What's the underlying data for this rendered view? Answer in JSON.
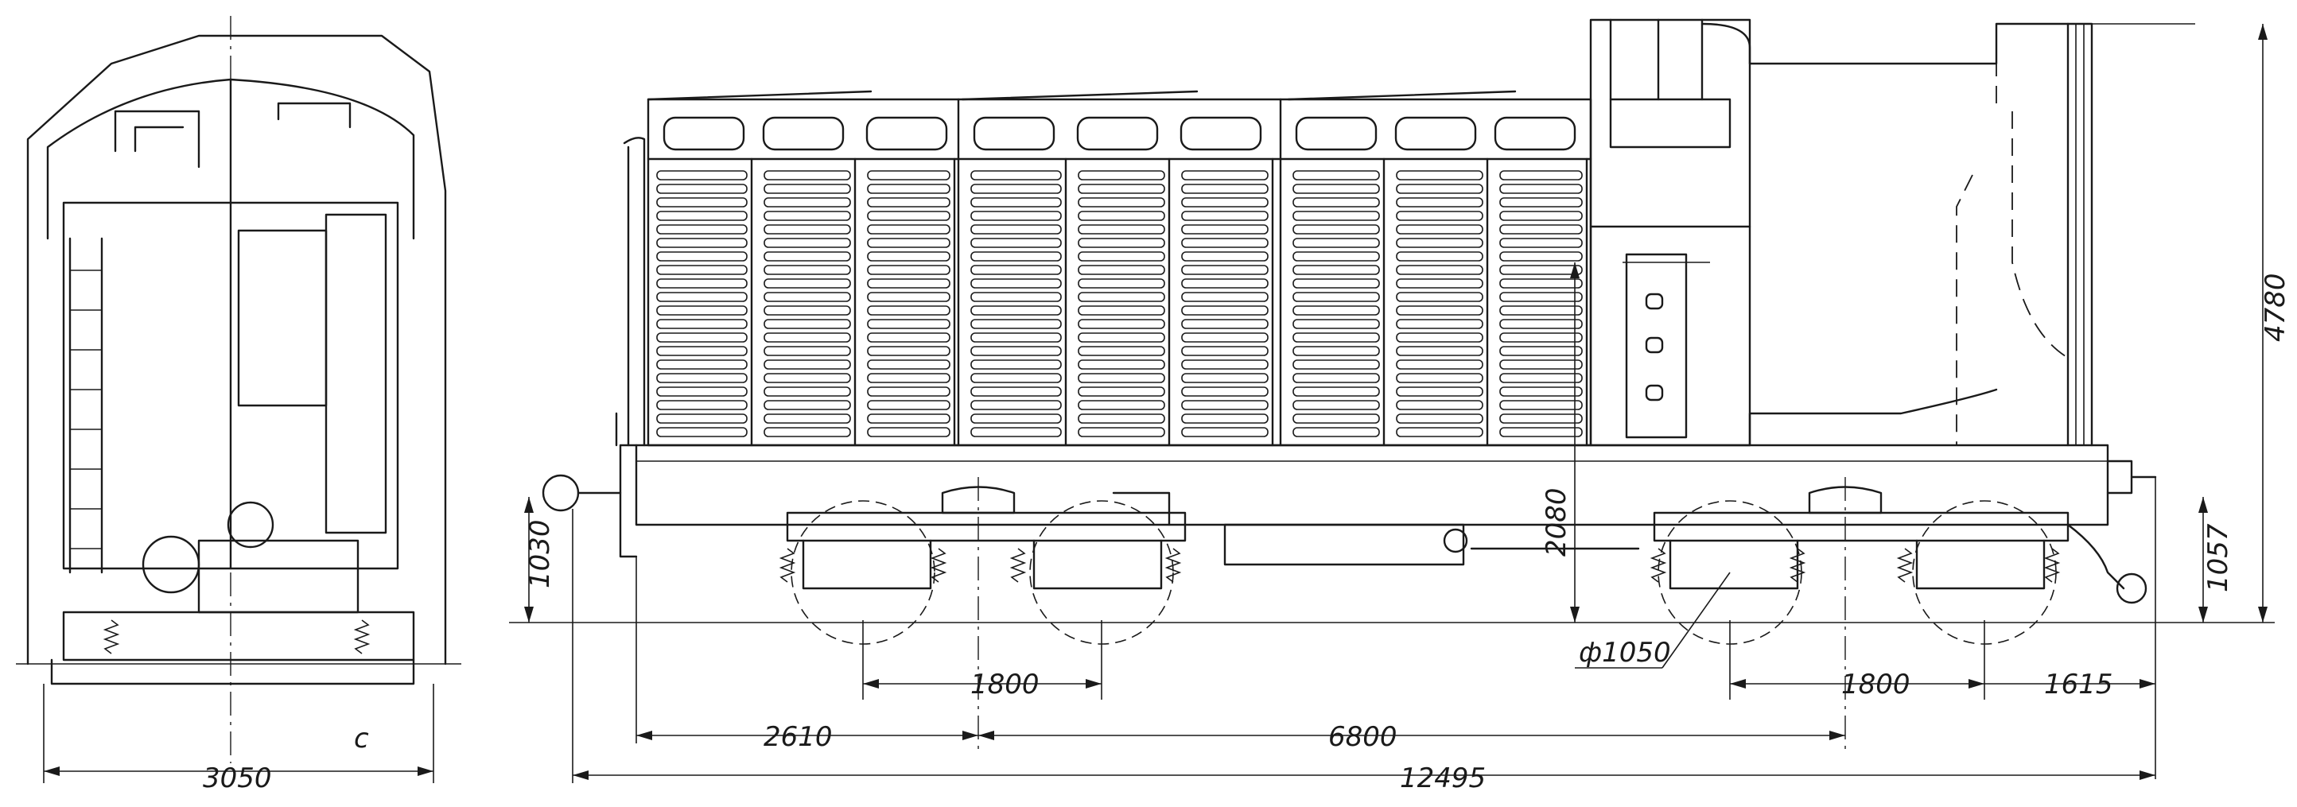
{
  "drawing": {
    "end_view": {
      "dim_width": "3050",
      "dim_lower": "1030",
      "mark": "c"
    },
    "side_view": {
      "dim_total_length": "12495",
      "dim_bogie_centers": "6800",
      "dim_front_overhang": "2610",
      "dim_wheelbase_front": "1800",
      "dim_wheelbase_rear": "1800",
      "dim_rear_overhang": "1615",
      "dim_wheel_diameter": "ф1050",
      "dim_height": "4780",
      "dim_frame_height": "2080",
      "dim_coupler_height": "1057"
    }
  }
}
